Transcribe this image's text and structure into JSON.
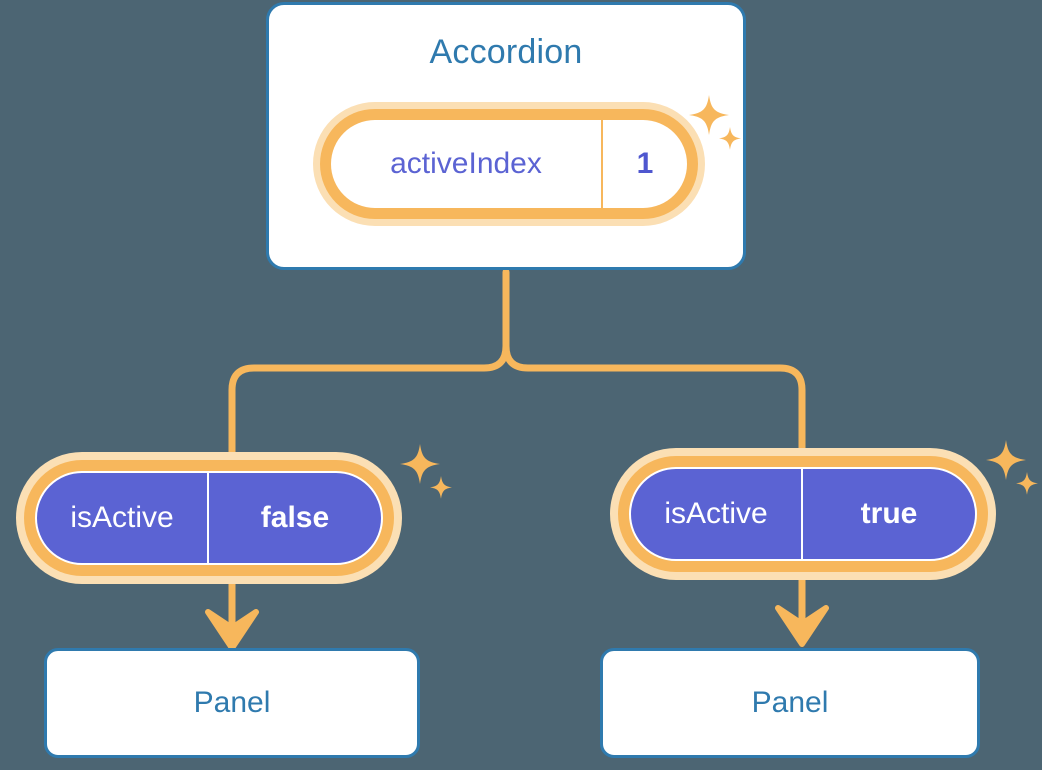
{
  "diagram": {
    "background_color": "#4c6573",
    "accent_orange": "#f7b75c",
    "accent_orange_soft": "#fbdfb4",
    "accent_blue": "#2f7aae",
    "accent_purple": "#5b63d3"
  },
  "accordion": {
    "title": "Accordion",
    "state_pill": {
      "key": "activeIndex",
      "value": "1",
      "key_color": "#5b63d3",
      "value_color": "#4f57cf",
      "fill": "#ffffff",
      "ring": "#f7b75c"
    },
    "sparkle_label": "sparkle-icon"
  },
  "children": [
    {
      "id": "left",
      "state_pill": {
        "key": "isActive",
        "value": "false",
        "fill": "#5b63d3",
        "text_color": "#ffffff",
        "ring": "#f7b75c"
      },
      "panel": {
        "title": "Panel",
        "border_color": "#2f7aae",
        "fill": "#ffffff"
      },
      "sparkle_label": "sparkle-icon"
    },
    {
      "id": "right",
      "state_pill": {
        "key": "isActive",
        "value": "true",
        "fill": "#5b63d3",
        "text_color": "#ffffff",
        "ring": "#f7b75c"
      },
      "panel": {
        "title": "Panel",
        "border_color": "#2f7aae",
        "fill": "#ffffff"
      },
      "sparkle_label": "sparkle-icon"
    }
  ]
}
